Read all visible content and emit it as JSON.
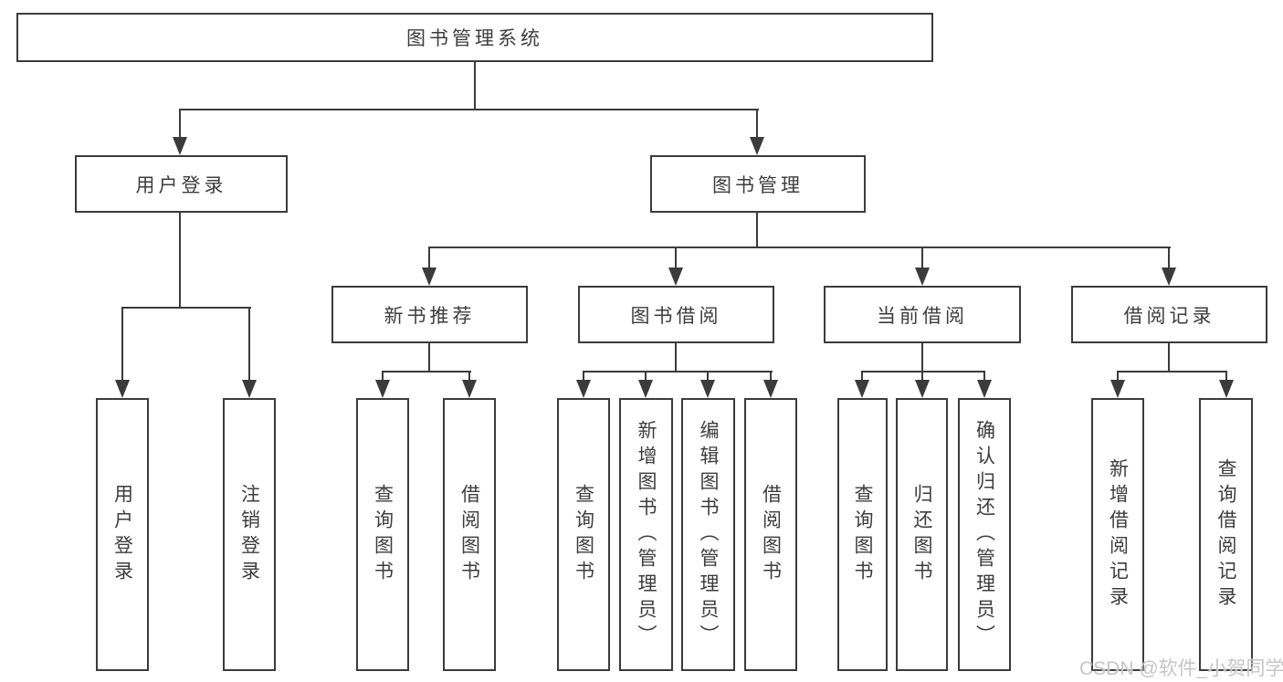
{
  "diagram": {
    "root": {
      "label": "图书管理系统"
    },
    "level2": [
      {
        "label": "用户登录"
      },
      {
        "label": "图书管理"
      }
    ],
    "level3": [
      {
        "label": "新书推荐"
      },
      {
        "label": "图书借阅"
      },
      {
        "label": "当前借阅"
      },
      {
        "label": "借阅记录"
      }
    ],
    "leaves": {
      "user_login": [
        {
          "label": "用户登录"
        },
        {
          "label": "注销登录"
        }
      ],
      "new_books": [
        {
          "label": "查询图书"
        },
        {
          "label": "借阅图书"
        }
      ],
      "book_borrow": [
        {
          "label": "查询图书"
        },
        {
          "label": "新增图书（管理员）"
        },
        {
          "label": "编辑图书（管理员）"
        },
        {
          "label": "借阅图书"
        }
      ],
      "current_borrow": [
        {
          "label": "查询图书"
        },
        {
          "label": "归还图书"
        },
        {
          "label": "确认归还（管理员）"
        }
      ],
      "borrow_records": [
        {
          "label": "新增借阅记录"
        },
        {
          "label": "查询借阅记录"
        }
      ]
    }
  },
  "watermark": {
    "text": "CSDN @软件_小贺同学"
  },
  "colors": {
    "line": "#3b3b3b",
    "text": "#3d3d3d",
    "background": "#ffffff",
    "watermark": "#c7c5c5"
  }
}
